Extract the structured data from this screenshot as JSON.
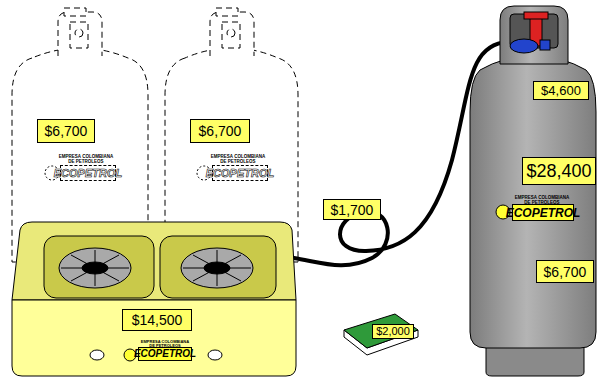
{
  "diagram": {
    "nodes": [
      {
        "text": [
          "$4,600"
        ]
      },
      {
        "text": [
          "$6,700"
        ]
      },
      {
        "text": [
          "$6,700"
        ]
      },
      {
        "text": [
          "$28,400"
        ]
      },
      {
        "text": [
          "$1,700"
        ]
      },
      {
        "text": [
          "$6,700"
        ]
      },
      {
        "text": [
          "$14,500"
        ]
      },
      {
        "text": [
          "$2,000"
        ]
      }
    ],
    "labels": [
      "EMPRESA COLOMBIANA DE PETROLEOS",
      "ECOPETROL",
      "EMPRESA COLOMBIANA DE PETROLEOS",
      "ECOPETROL",
      "EMPRESA COLOMBIANA DE PETROLEOS",
      "ECOPETROL",
      "EMPRESA COLOMBIANA DE PETROLEOS",
      "ECOPETROL"
    ]
  }
}
